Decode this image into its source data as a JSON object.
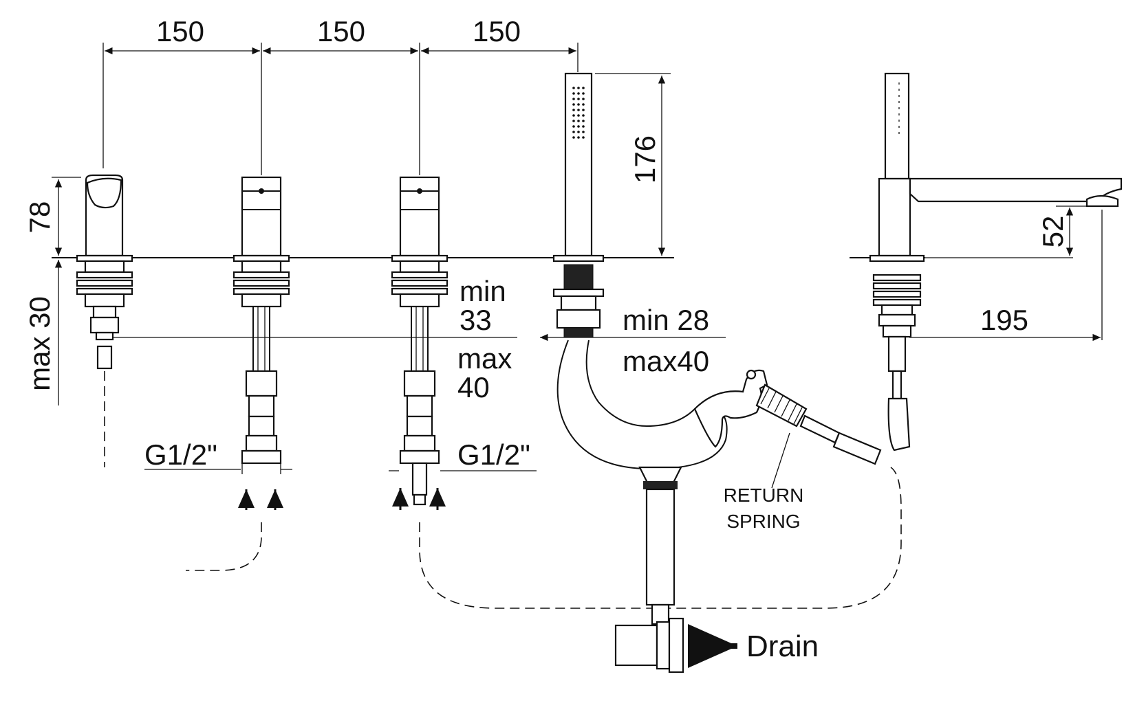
{
  "dimensions": {
    "spacing_1": "150",
    "spacing_2": "150",
    "spacing_3": "150",
    "hand_shower_height": "176",
    "valve_height": "78",
    "deck_max": "max 30",
    "spout_height": "52",
    "spout_reach": "195",
    "min_33_line1": "min",
    "min_33_line2": "33",
    "max_40_line1": "max",
    "max_40_line2": "40",
    "min_28": "min 28",
    "max_40_b": "max40"
  },
  "labels": {
    "thread_left": "G1/2\"",
    "thread_right": "G1/2\"",
    "return_spring_line1": "RETURN",
    "return_spring_line2": "SPRING",
    "drain": "Drain"
  }
}
